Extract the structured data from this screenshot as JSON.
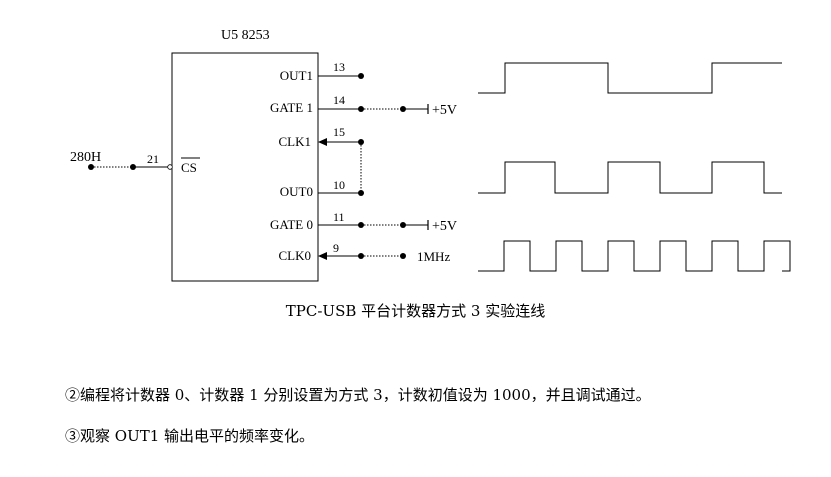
{
  "chip": {
    "title": "U5  8253",
    "address": "280H",
    "cs_pin": "21",
    "cs_label": "CS",
    "pins": [
      {
        "label": "OUT1",
        "number": "13"
      },
      {
        "label": "GATE 1",
        "number": "14"
      },
      {
        "label": "CLK1",
        "number": "15"
      },
      {
        "label": "OUT0",
        "number": "10"
      },
      {
        "label": "GATE 0",
        "number": "11"
      },
      {
        "label": "CLK0",
        "number": "9"
      }
    ],
    "gate1_supply": "+5V",
    "gate0_supply": "+5V",
    "clock_source": "1MHz"
  },
  "waveforms": {
    "top_wave": [
      0,
      1,
      1,
      0,
      0,
      1,
      1
    ],
    "mid_wave": [
      0,
      1,
      0,
      1,
      0,
      1,
      0
    ],
    "bottom_wave": [
      0,
      1,
      0,
      1,
      0,
      1,
      0,
      1,
      0,
      1,
      0,
      1,
      0
    ]
  },
  "caption": "TPC-USB 平台计数器方式 3 实验连线",
  "instructions": [
    "②编程将计数器 0、计数器 1 分别设置为方式 3，计数初值设为 1000，并且调试通过。",
    "③观察 OUT1 输出电平的频率变化。"
  ]
}
